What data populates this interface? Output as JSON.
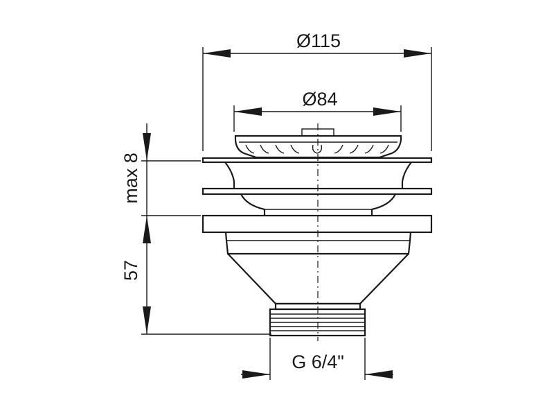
{
  "dimensions": {
    "overall_diameter": "Ø115",
    "basket_diameter": "Ø84",
    "max_clamp": "max 8",
    "height": "57",
    "thread": "G 6/4\""
  },
  "colors": {
    "line": "#1a1a1a",
    "background": "#ffffff"
  }
}
